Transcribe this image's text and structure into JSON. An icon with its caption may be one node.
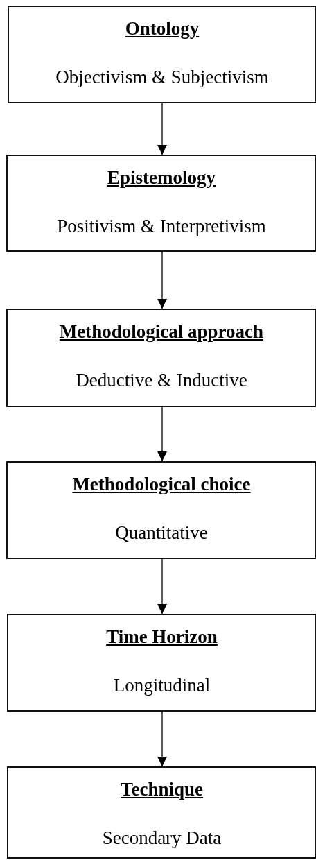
{
  "diagram": {
    "nodes": [
      {
        "text": [
          "Ontology",
          "Objectivism & Subjectivism"
        ]
      },
      {
        "text": [
          "Epistemology",
          "Positivism & Interpretivism"
        ]
      },
      {
        "text": [
          "Methodological approach",
          "Deductive & Inductive"
        ]
      },
      {
        "text": [
          "Methodological choice",
          "Quantitative"
        ]
      },
      {
        "text": [
          "Time Horizon",
          "Longitudinal"
        ]
      },
      {
        "text": [
          "Technique",
          "Secondary Data"
        ]
      }
    ],
    "edges": [
      {
        "from": 0,
        "to": 1,
        "arrow": "to"
      },
      {
        "from": 1,
        "to": 2,
        "arrow": "to"
      },
      {
        "from": 2,
        "to": 3,
        "arrow": "to"
      },
      {
        "from": 3,
        "to": 4,
        "arrow": "to"
      },
      {
        "from": 4,
        "to": 5,
        "arrow": "to"
      }
    ]
  }
}
